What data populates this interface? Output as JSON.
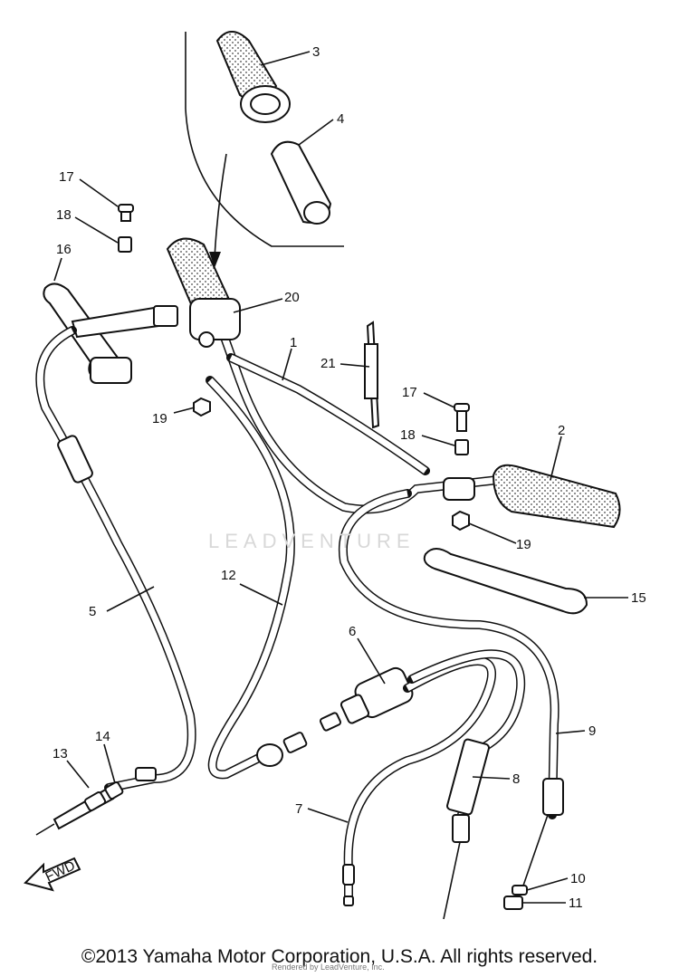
{
  "diagram": {
    "callouts": [
      "1",
      "2",
      "3",
      "4",
      "5",
      "6",
      "7",
      "8",
      "9",
      "10",
      "11",
      "12",
      "13",
      "14",
      "15",
      "16",
      "17",
      "18",
      "19",
      "20",
      "21"
    ],
    "fwd_label": "FWD",
    "watermark": "LEADVENTURE",
    "copyright": "©2013 Yamaha Motor Corporation, U.S.A. All rights reserved.",
    "render_note": "Rendered by LeadVenture, Inc."
  }
}
